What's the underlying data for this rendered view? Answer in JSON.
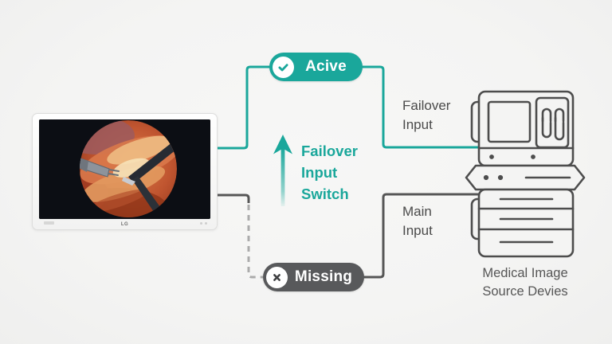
{
  "colors": {
    "teal": "#1AA79B",
    "badge_dark": "#58595B",
    "label_gray": "#4A4A4A",
    "dashed_line": "#ABABAB",
    "device_stroke": "#4D4D4D",
    "background": "#F4F4F3"
  },
  "monitor": {
    "brand": "LG"
  },
  "badges": {
    "active": {
      "label": "Acive",
      "icon": "check-circle"
    },
    "missing": {
      "label": "Missing",
      "icon": "x-circle"
    }
  },
  "labels": {
    "switch": "Failover\nInput\nSwitch",
    "failover_input": "Failover\nInput",
    "main_input": "Main\nInput",
    "device_caption": "Medical Image\nSource Devies"
  },
  "icons": {
    "switch_arrow": "arrow-up"
  }
}
